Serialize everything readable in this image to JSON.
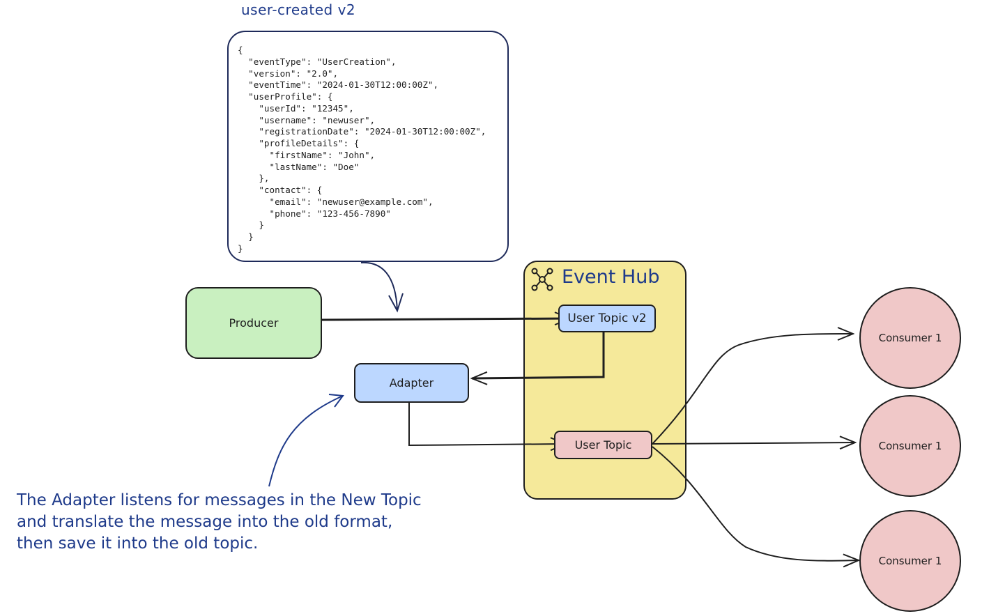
{
  "payload": {
    "title": "user-created v2",
    "json_lines": [
      "{",
      "  \"eventType\": \"UserCreation\",",
      "  \"version\": \"2.0\",",
      "  \"eventTime\": \"2024-01-30T12:00:00Z\",",
      "  \"userProfile\": {",
      "    \"userId\": \"12345\",",
      "    \"username\": \"newuser\",",
      "    \"registrationDate\": \"2024-01-30T12:00:00Z\",",
      "    \"profileDetails\": {",
      "      \"firstName\": \"John\",",
      "      \"lastName\": \"Doe\"",
      "    },",
      "    \"contact\": {",
      "      \"email\": \"newuser@example.com\",",
      "      \"phone\": \"123-456-7890\"",
      "    }",
      "  }",
      "}"
    ]
  },
  "nodes": {
    "producer": "Producer",
    "adapter": "Adapter",
    "event_hub": "Event Hub",
    "user_topic_v2": "User Topic v2",
    "user_topic": "User Topic",
    "consumers": [
      "Consumer 1",
      "Consumer 1",
      "Consumer 1"
    ]
  },
  "note": {
    "lines": [
      "The Adapter listens for messages in the New Topic",
      "and translate the message into the old format,",
      "then save it into the old topic."
    ]
  },
  "colors": {
    "producer_fill": "#c9f0c0",
    "topic_v2_fill": "#bcd7ff",
    "adapter_fill": "#bcd7ff",
    "user_topic_fill": "#f0c8c8",
    "hub_fill": "#f5e99a",
    "consumer_fill": "#f0c8c8",
    "annotation_color": "#1e3a8a"
  },
  "icons": {
    "hub_icon": "network-hub-icon"
  }
}
